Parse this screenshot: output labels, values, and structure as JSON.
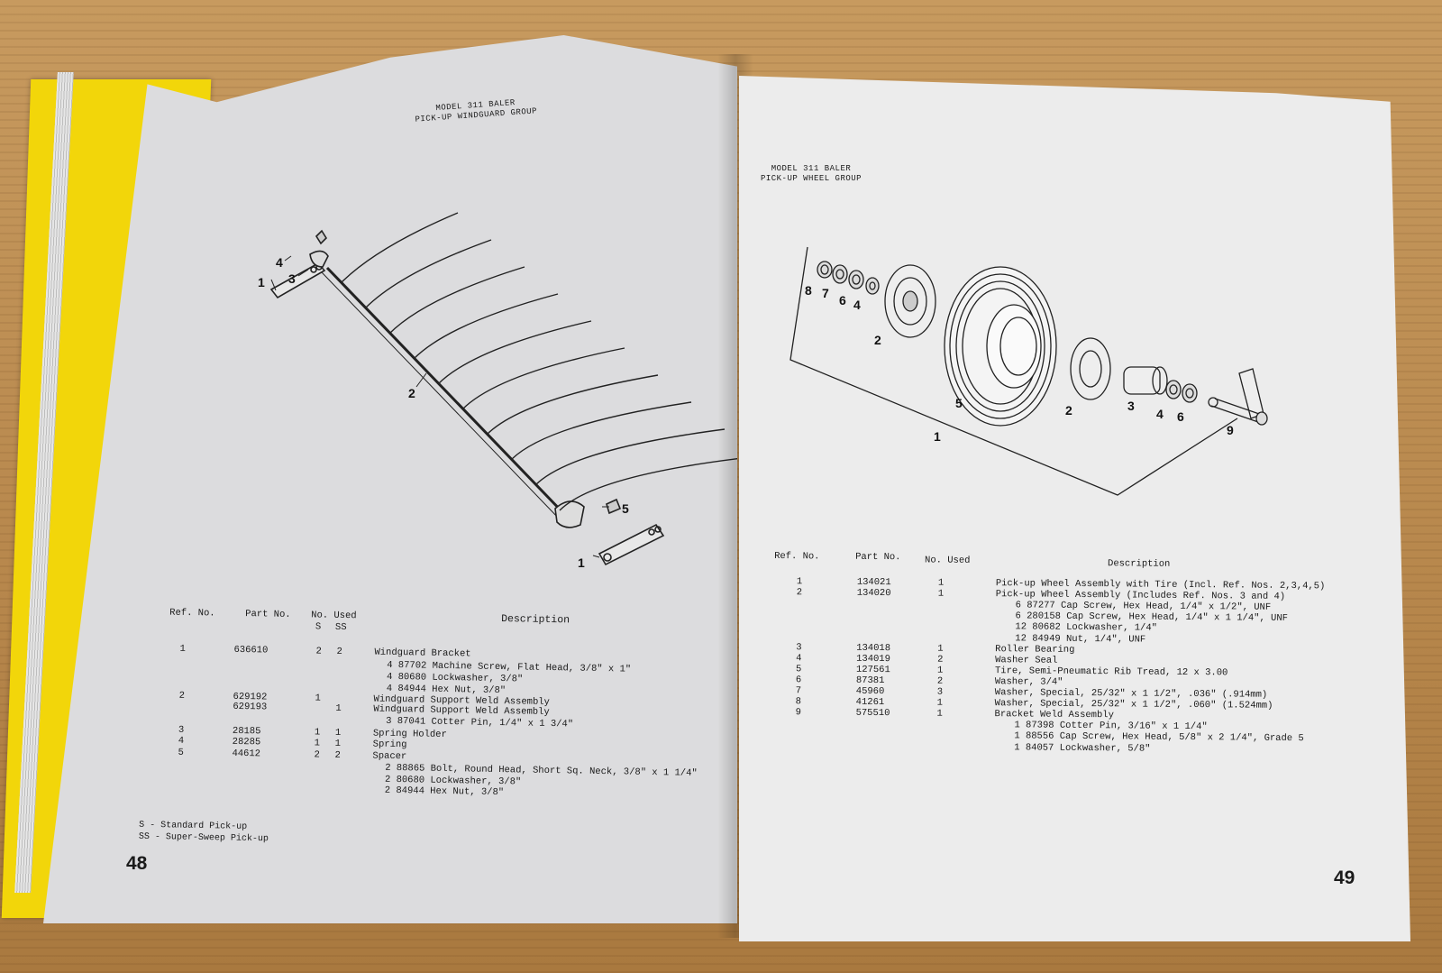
{
  "left_page": {
    "title": "MODEL 311 BALER",
    "subtitle": "PICK-UP WINDGUARD GROUP",
    "page_number": "48",
    "callouts": [
      "1",
      "4",
      "3",
      "2",
      "5",
      "1"
    ],
    "headers": {
      "ref": "Ref. No.",
      "part": "Part No.",
      "used": "No. Used",
      "s": "S",
      "ss": "SS",
      "desc": "Description"
    },
    "rows": [
      {
        "ref": "1",
        "part": "636610",
        "s": "2",
        "ss": "2",
        "desc": "Windguard Bracket"
      },
      {
        "ref": "",
        "part": "",
        "s": "",
        "ss": "",
        "desc": "4  87702 Machine Screw, Flat Head, 3/8\" x 1\""
      },
      {
        "ref": "",
        "part": "",
        "s": "",
        "ss": "",
        "desc": "4  80680 Lockwasher, 3/8\""
      },
      {
        "ref": "",
        "part": "",
        "s": "",
        "ss": "",
        "desc": "4  84944 Hex Nut, 3/8\""
      },
      {
        "ref": "2",
        "part": "629192",
        "s": "1",
        "ss": "",
        "desc": "Windguard Support Weld Assembly"
      },
      {
        "ref": "",
        "part": "629193",
        "s": "",
        "ss": "1",
        "desc": "Windguard Support Weld Assembly"
      },
      {
        "ref": "",
        "part": "",
        "s": "",
        "ss": "",
        "desc": "3  87041 Cotter Pin, 1/4\" x 1 3/4\""
      },
      {
        "ref": "3",
        "part": "28185",
        "s": "1",
        "ss": "1",
        "desc": "Spring Holder"
      },
      {
        "ref": "4",
        "part": "28285",
        "s": "1",
        "ss": "1",
        "desc": "Spring"
      },
      {
        "ref": "5",
        "part": "44612",
        "s": "2",
        "ss": "2",
        "desc": "Spacer"
      },
      {
        "ref": "",
        "part": "",
        "s": "",
        "ss": "",
        "desc": "2  88865 Bolt, Round Head, Short Sq. Neck, 3/8\" x 1 1/4\""
      },
      {
        "ref": "",
        "part": "",
        "s": "",
        "ss": "",
        "desc": "2  80680 Lockwasher, 3/8\""
      },
      {
        "ref": "",
        "part": "",
        "s": "",
        "ss": "",
        "desc": "2  84944 Hex Nut, 3/8\""
      }
    ],
    "legend": [
      "S - Standard Pick-up",
      "SS - Super-Sweep Pick-up"
    ]
  },
  "right_page": {
    "title": "MODEL 311 BALER",
    "subtitle": "PICK-UP WHEEL GROUP",
    "page_number": "49",
    "callouts": [
      "8",
      "7",
      "6",
      "4",
      "2",
      "5",
      "2",
      "3",
      "4",
      "6",
      "9",
      "1"
    ],
    "headers": {
      "ref": "Ref. No.",
      "part": "Part No.",
      "used": "No. Used",
      "desc": "Description"
    },
    "rows": [
      {
        "ref": "1",
        "part": "134021",
        "used": "1",
        "desc": "Pick-up Wheel Assembly with Tire (Incl. Ref. Nos. 2,3,4,5)"
      },
      {
        "ref": "2",
        "part": "134020",
        "used": "1",
        "desc": "Pick-up Wheel Assembly (Includes Ref. Nos. 3 and 4)"
      },
      {
        "ref": "",
        "part": "",
        "used": "",
        "desc": "6   87277 Cap Screw, Hex Head, 1/4\" x 1/2\", UNF"
      },
      {
        "ref": "",
        "part": "",
        "used": "",
        "desc": "6  280158 Cap Screw, Hex Head, 1/4\" x 1 1/4\", UNF"
      },
      {
        "ref": "",
        "part": "",
        "used": "",
        "desc": "12   80682 Lockwasher, 1/4\""
      },
      {
        "ref": "",
        "part": "",
        "used": "",
        "desc": "12   84949 Nut, 1/4\", UNF"
      },
      {
        "ref": "3",
        "part": "134018",
        "used": "1",
        "desc": "Roller Bearing"
      },
      {
        "ref": "4",
        "part": "134019",
        "used": "2",
        "desc": "Washer Seal"
      },
      {
        "ref": "5",
        "part": "127561",
        "used": "1",
        "desc": "Tire, Semi-Pneumatic Rib Tread, 12 x 3.00"
      },
      {
        "ref": "6",
        "part": "87381",
        "used": "2",
        "desc": "Washer, 3/4\""
      },
      {
        "ref": "7",
        "part": "45960",
        "used": "3",
        "desc": "Washer, Special, 25/32\" x 1 1/2\", .036\" (.914mm)"
      },
      {
        "ref": "8",
        "part": "41261",
        "used": "1",
        "desc": "Washer, Special, 25/32\" x 1 1/2\", .060\" (1.524mm)"
      },
      {
        "ref": "9",
        "part": "575510",
        "used": "1",
        "desc": "Bracket Weld Assembly"
      },
      {
        "ref": "",
        "part": "",
        "used": "",
        "desc": "1   87398 Cotter Pin, 3/16\" x 1 1/4\""
      },
      {
        "ref": "",
        "part": "",
        "used": "",
        "desc": "1   88556 Cap Screw, Hex Head, 5/8\" x 2 1/4\", Grade 5"
      },
      {
        "ref": "",
        "part": "",
        "used": "",
        "desc": "1   84057 Lockwasher, 5/8\""
      }
    ]
  }
}
